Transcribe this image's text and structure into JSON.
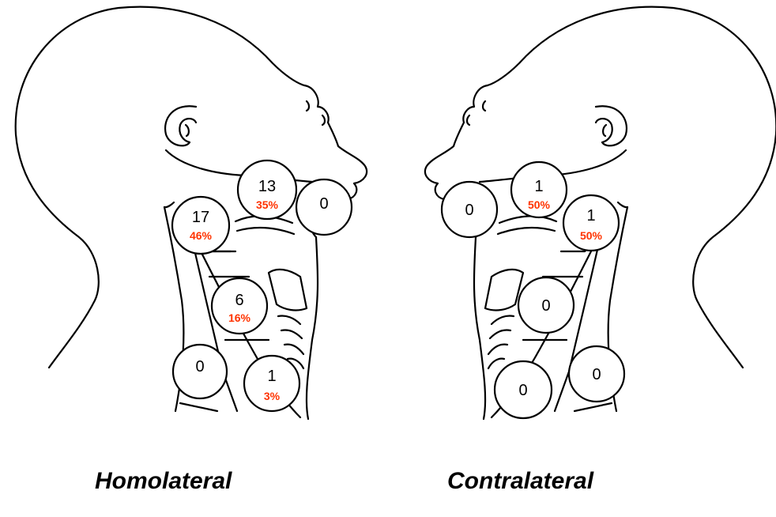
{
  "colors": {
    "outline": "#000000",
    "percent": "#ff3300"
  },
  "panels": {
    "homolateral": {
      "caption": "Homolateral",
      "nodes": [
        {
          "id": "submental",
          "count": "13",
          "percent": "35%"
        },
        {
          "id": "submandibular",
          "count": "0",
          "percent": ""
        },
        {
          "id": "upper-jugular",
          "count": "17",
          "percent": "46%"
        },
        {
          "id": "mid-jugular",
          "count": "6",
          "percent": "16%"
        },
        {
          "id": "posterior-triangle",
          "count": "0",
          "percent": ""
        },
        {
          "id": "lower-jugular",
          "count": "1",
          "percent": "3%"
        }
      ]
    },
    "contralateral": {
      "caption": "Contralateral",
      "nodes": [
        {
          "id": "submental",
          "count": "1",
          "percent": "50%"
        },
        {
          "id": "submandibular",
          "count": "0",
          "percent": ""
        },
        {
          "id": "upper-jugular",
          "count": "1",
          "percent": "50%"
        },
        {
          "id": "mid-jugular",
          "count": "0",
          "percent": ""
        },
        {
          "id": "posterior-triangle",
          "count": "0",
          "percent": ""
        },
        {
          "id": "lower-jugular",
          "count": "0",
          "percent": ""
        }
      ]
    }
  }
}
